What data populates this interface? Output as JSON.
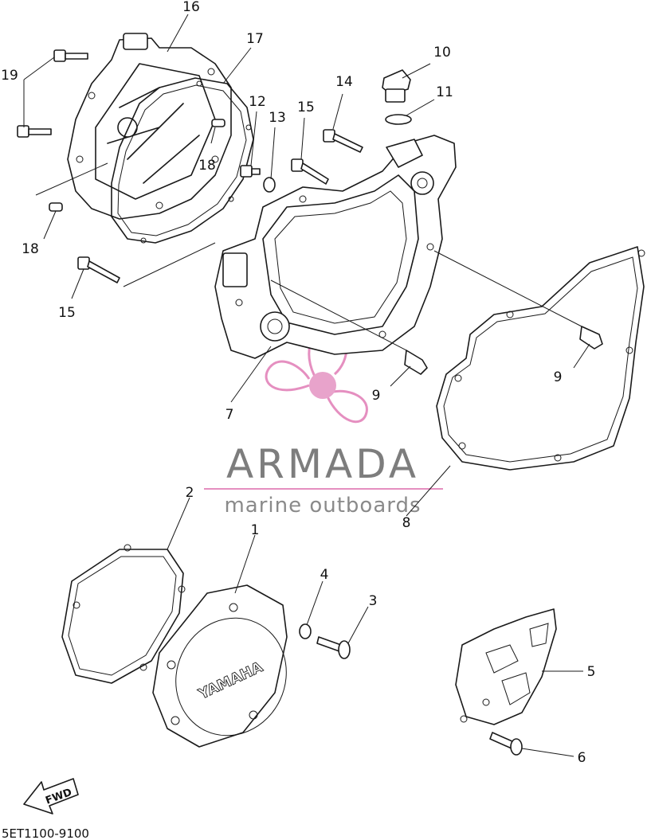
{
  "diagram": {
    "code": "5ET1100-9100",
    "fwd_label": "FWD",
    "cover_emblem": "YAMAHA",
    "colors": {
      "ink": "#1a1a1a",
      "watermark_pink": "#e58fc0",
      "watermark_gray": "#7d7d7d"
    }
  },
  "watermark": {
    "title": "ARMADA",
    "subtitle": "marine outboards"
  },
  "callouts": {
    "c1": "1",
    "c2": "2",
    "c3": "3",
    "c4": "4",
    "c5": "5",
    "c6": "6",
    "c7": "7",
    "c8": "8",
    "c9a": "9",
    "c9b": "9",
    "c10": "10",
    "c11": "11",
    "c12": "12",
    "c13": "13",
    "c14": "14",
    "c15a": "15",
    "c15b": "15",
    "c16": "16",
    "c17": "17",
    "c18a": "18",
    "c18b": "18",
    "c19": "19"
  }
}
